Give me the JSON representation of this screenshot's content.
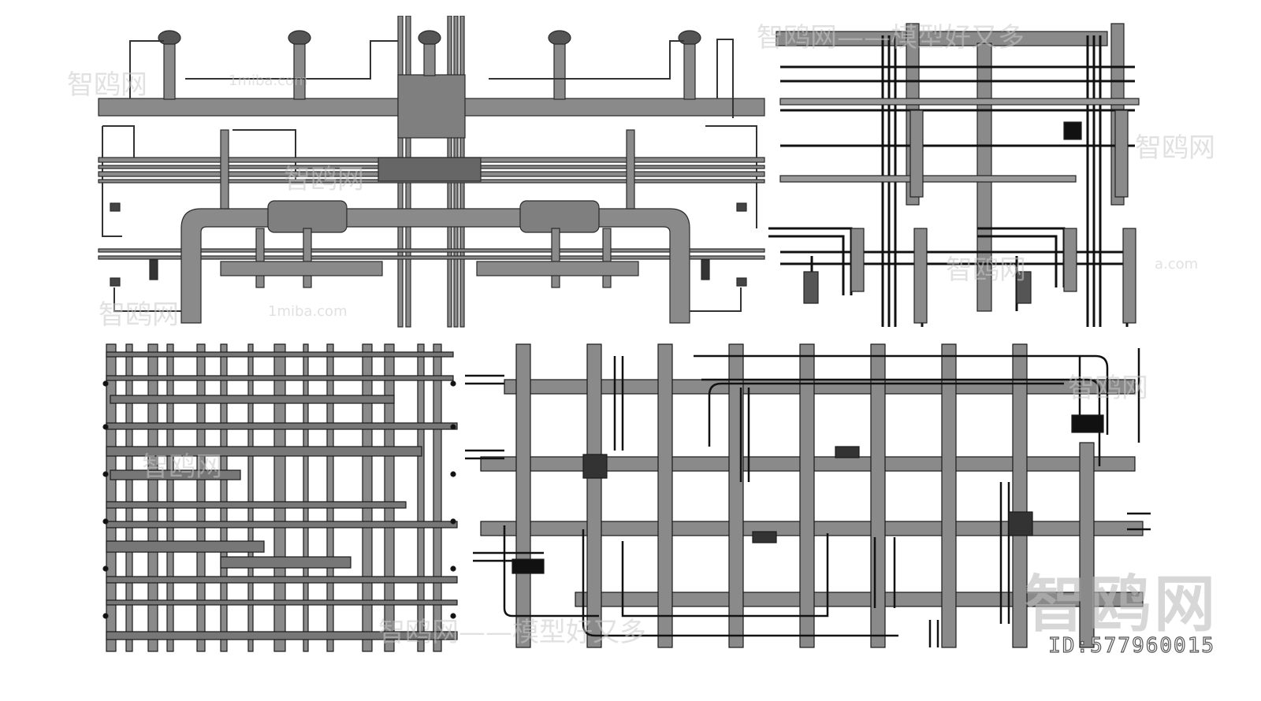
{
  "watermarks": {
    "brand": "智鸥网",
    "slogan": "模型好又多",
    "brand_slogan": "智鸥网——模型好又多",
    "site": "1miba.com",
    "site_partial": "a.com"
  },
  "image_id": "ID:577960015",
  "colors": {
    "pipe_fill": "#8a8a8a",
    "pipe_edge": "#2a2a2a",
    "duct_fill": "#9a9a9a",
    "line": "#1a1a1a",
    "background": "#ffffff"
  }
}
